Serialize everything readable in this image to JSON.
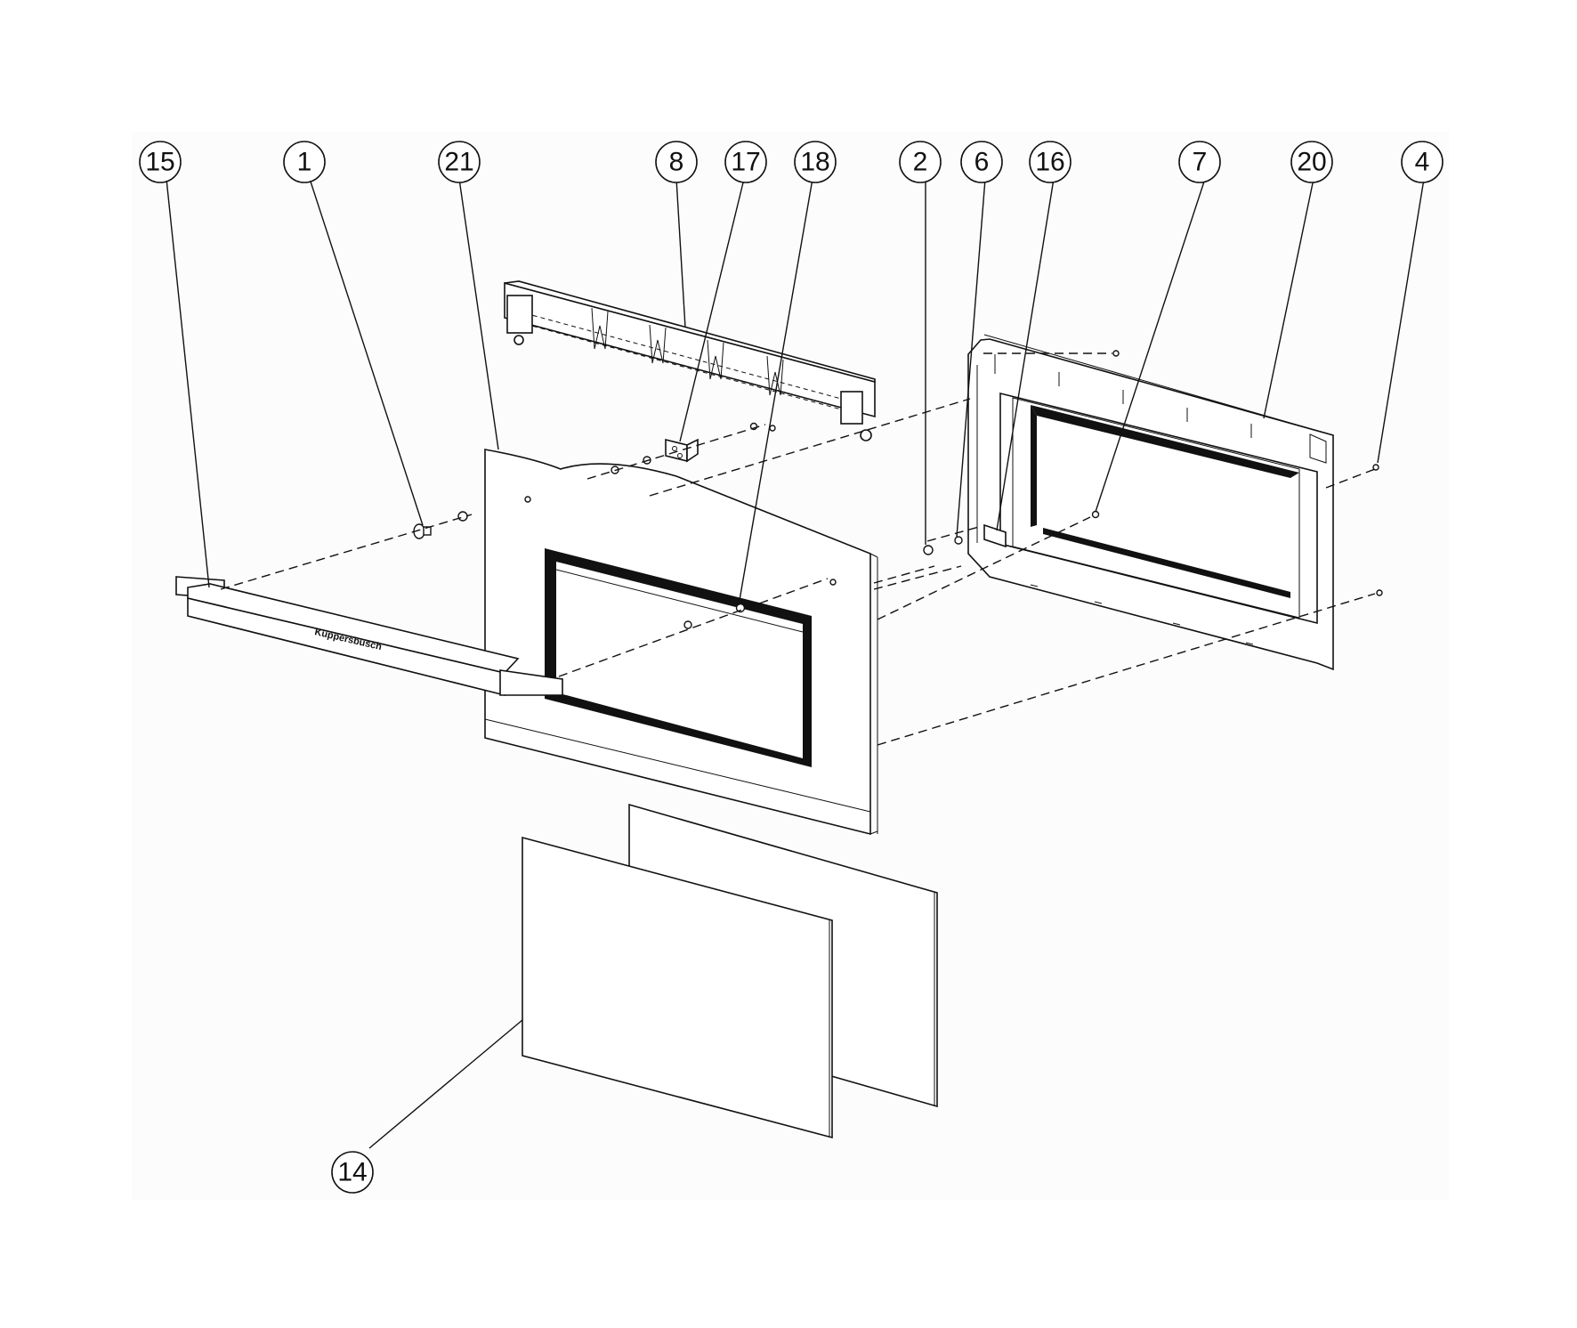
{
  "diagram": {
    "brand_label": "Küppersbusch",
    "callouts": [
      {
        "id": "15",
        "label": "15"
      },
      {
        "id": "1",
        "label": "1"
      },
      {
        "id": "21",
        "label": "21"
      },
      {
        "id": "8",
        "label": "8"
      },
      {
        "id": "17",
        "label": "17"
      },
      {
        "id": "18",
        "label": "18"
      },
      {
        "id": "2",
        "label": "2"
      },
      {
        "id": "6",
        "label": "6"
      },
      {
        "id": "16",
        "label": "16"
      },
      {
        "id": "7",
        "label": "7"
      },
      {
        "id": "20",
        "label": "20"
      },
      {
        "id": "4",
        "label": "4"
      },
      {
        "id": "14",
        "label": "14"
      }
    ]
  }
}
